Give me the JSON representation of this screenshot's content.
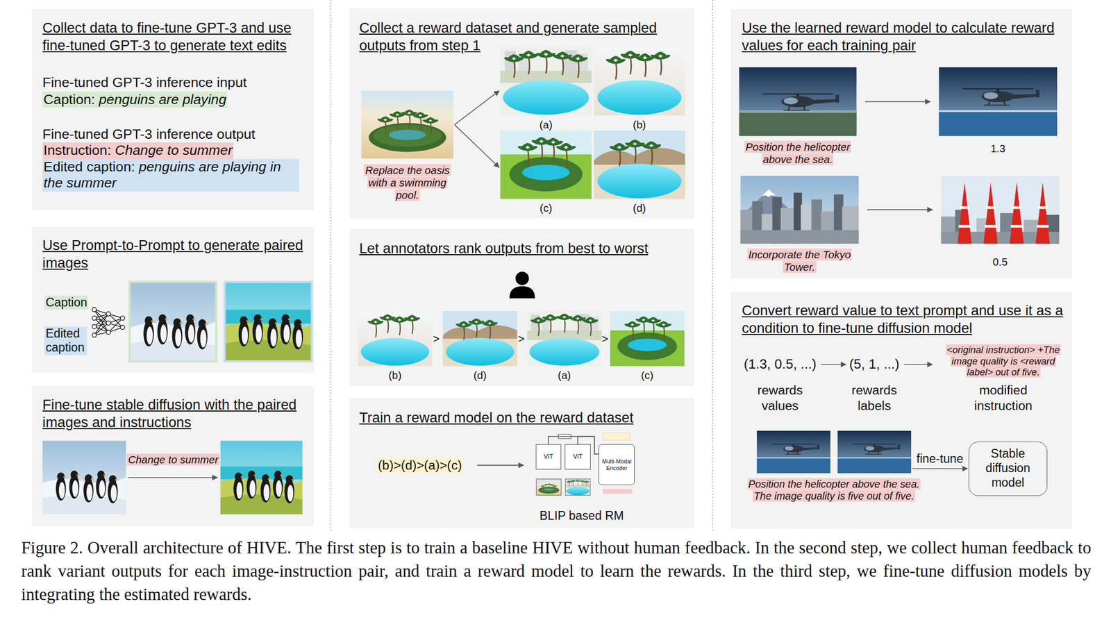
{
  "diagram": {
    "caption": "Figure 2. Overall architecture of HIVE. The first step is to train a baseline HIVE without human feedback. In the second step, we collect human feedback to rank variant outputs for each image-instruction pair, and train a reward model to learn the rewards. In the third step, we fine-tune diffusion models by integrating the estimated rewards.",
    "nodes": [
      {
        "text": [
          "Collect data to fine-tune GPT-3 and use fine-tuned GPT-3 to generate text edits",
          "Fine-tuned GPT-3 inference input",
          "Fine-tuned GPT-3 inference output"
        ]
      },
      {
        "text": [
          "Caption:",
          "penguins are playing"
        ],
        "in": 0
      },
      {
        "text": [
          "Instruction:",
          "Change to summer"
        ],
        "in": 0
      },
      {
        "text": [
          "Edited caption:",
          "penguins are playing in the summer"
        ],
        "in": 0
      },
      {
        "text": [
          "Use Prompt-to-Prompt to generate paired images"
        ]
      },
      {
        "text": [
          "Caption"
        ],
        "in": 4
      },
      {
        "text": [
          "Edited caption"
        ],
        "in": 4
      },
      {
        "text": [
          "Fine-tune stable diffusion with the paired images and instructions"
        ]
      },
      {
        "text": [
          "Collect a reward dataset and generate sampled outputs from step 1"
        ]
      },
      {
        "text": [
          "Replace the oasis with a swimming pool."
        ],
        "in": 8
      },
      {
        "text": [
          "(a)"
        ],
        "in": 8
      },
      {
        "text": [
          "(b)"
        ],
        "in": 8
      },
      {
        "text": [
          "(c)"
        ],
        "in": 8
      },
      {
        "text": [
          "(d)"
        ],
        "in": 8
      },
      {
        "text": [
          "Let annotators rank outputs from best to worst"
        ]
      },
      {
        "text": [
          "(b)"
        ],
        "in": 14
      },
      {
        "text": [
          "(d)"
        ],
        "in": 14
      },
      {
        "text": [
          "(a)"
        ],
        "in": 14
      },
      {
        "text": [
          "(c)"
        ],
        "in": 14
      },
      {
        "text": [
          "Train a reward model on the reward dataset"
        ]
      },
      {
        "text": [
          "(b)>(d)>(a)>(c)"
        ],
        "in": 19
      },
      {
        "text": [
          "BLIP based RM"
        ],
        "in": 19
      },
      {
        "text": [
          "ViT"
        ],
        "in": 21
      },
      {
        "text": [
          "ViT"
        ],
        "in": 21
      },
      {
        "text": [
          "Multi-Modal Encoder"
        ],
        "in": 21
      },
      {
        "text": [
          "Use the learned reward model to calculate reward values for each training pair"
        ]
      },
      {
        "text": [
          "Position the helicopter above the sea."
        ],
        "in": 25
      },
      {
        "text": [
          "1.3"
        ],
        "in": 25
      },
      {
        "text": [
          "Incorporate the Tokyo Tower."
        ],
        "in": 25
      },
      {
        "text": [
          "0.5"
        ],
        "in": 25
      },
      {
        "text": [
          "Convert reward value to text prompt and use it as a condition to fine-tune diffusion model"
        ]
      },
      {
        "text": [
          "(1.3, 0.5, ...)",
          "rewards values"
        ],
        "in": 30
      },
      {
        "text": [
          "(5, 1, ...)",
          "rewards labels"
        ],
        "in": 30
      },
      {
        "text": [
          "<original instruction> +The image quality is <reward label> out of five.",
          "modified instruction"
        ],
        "in": 30
      },
      {
        "text": [
          "Position the helicopter above the sea. The image quality is five out of five."
        ],
        "in": 30
      },
      {
        "text": [
          "Stable diffusion model"
        ],
        "in": 30
      }
    ],
    "edges": [
      {
        "from": 9,
        "to": 10,
        "arrow": "to"
      },
      {
        "from": 9,
        "to": 12,
        "arrow": "to"
      },
      {
        "from": 20,
        "to": 21,
        "arrow": "to"
      },
      {
        "from": 22,
        "to": 24,
        "arrow": "none"
      },
      {
        "from": 23,
        "to": 24,
        "arrow": "none"
      },
      {
        "from": 26,
        "to": 27,
        "arrow": "to"
      },
      {
        "from": 28,
        "to": 29,
        "arrow": "to"
      },
      {
        "from": 31,
        "to": 32,
        "arrow": "to"
      },
      {
        "from": 32,
        "to": 33,
        "arrow": "to"
      },
      {
        "from": 34,
        "to": 35,
        "label": "fine-tune",
        "arrow": "to"
      }
    ],
    "labels": [
      "Change to summer",
      ">",
      ">",
      ">"
    ]
  }
}
